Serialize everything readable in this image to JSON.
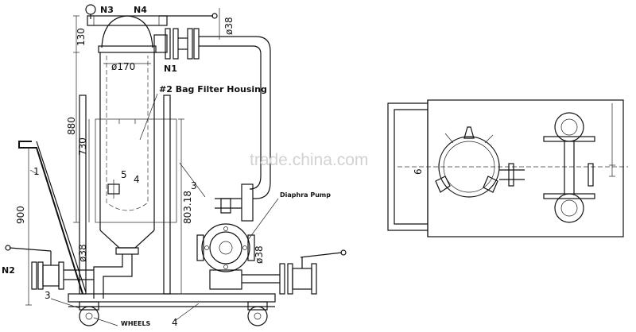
{
  "labels": {
    "n3": "N3",
    "n4": "N4",
    "n1": "N1",
    "n2": "N2",
    "housing": "#2 Bag Filter Housing",
    "pump": "Diaphra Pump",
    "wheels": "WHEELS",
    "callout_3_top": "3",
    "callout_3_low": "3",
    "callout_4": "4",
    "callout_5": "5",
    "callout_4b": "4",
    "callout_1": "1",
    "callout_6": "6"
  },
  "dimensions": {
    "d38_top": "ø38",
    "d170": "ø170",
    "h130": "130",
    "h880": "880",
    "h730": "730",
    "h900": "900",
    "h803": "803.18",
    "d38_left": "ø38",
    "d38_right": "ø38"
  },
  "watermark": "trade.china.com"
}
